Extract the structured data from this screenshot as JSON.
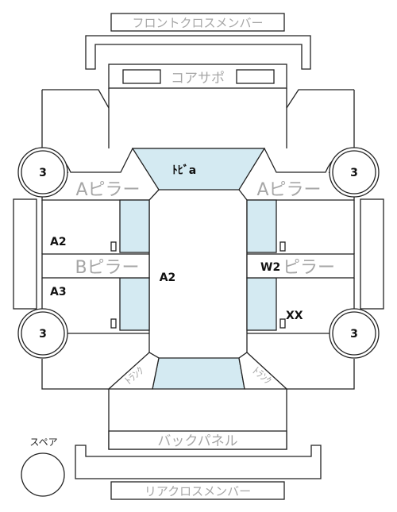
{
  "panels": {
    "front_cross_member": "フロントクロスメンバー",
    "core_support": "コアサポ",
    "a_pillar_left": "Aピラー",
    "a_pillar_right": "Aピラー",
    "b_pillar_left": "Bピラー",
    "b_pillar_right": "ピラー",
    "back_panel": "バックパネル",
    "rear_cross_member": "リアクロスメンバー",
    "spare": "スペア",
    "trunk_left": "ﾄﾗﾝｸ",
    "trunk_right": "ﾄﾗﾝｸ"
  },
  "marks": {
    "roof": "ﾄﾋﾞa",
    "floor": "A2",
    "left_front_door": "A2",
    "left_rear_door": "A3",
    "right_front_door": "W2",
    "right_rear_door": "XX",
    "wheel_front_left": "3",
    "wheel_front_right": "3",
    "wheel_rear_left": "3",
    "wheel_rear_right": "3"
  },
  "colors": {
    "outline": "#222222",
    "glass": "#d4eaf2",
    "gray_label": "#a6a6a6"
  }
}
